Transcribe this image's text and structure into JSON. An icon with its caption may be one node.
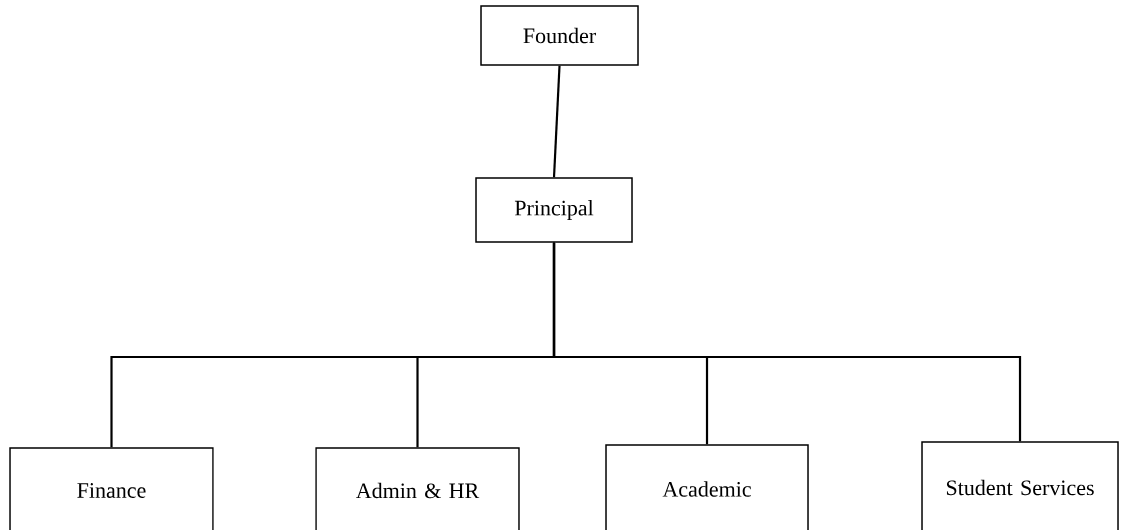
{
  "diagram": {
    "nodes": [
      {
        "text": [
          "Founder"
        ]
      },
      {
        "text": [
          "Principal"
        ]
      },
      {
        "text": [
          "Finance"
        ]
      },
      {
        "text": [
          "Admin & HR"
        ]
      },
      {
        "text": [
          "Academic"
        ]
      },
      {
        "text": [
          "Student Services"
        ]
      }
    ],
    "edges": [
      {
        "from": 0,
        "to": 1,
        "arrow": "none"
      },
      {
        "from": 1,
        "to": 2,
        "arrow": "none"
      },
      {
        "from": 1,
        "to": 3,
        "arrow": "none"
      },
      {
        "from": 1,
        "to": 4,
        "arrow": "none"
      },
      {
        "from": 1,
        "to": 5,
        "arrow": "none"
      }
    ]
  }
}
